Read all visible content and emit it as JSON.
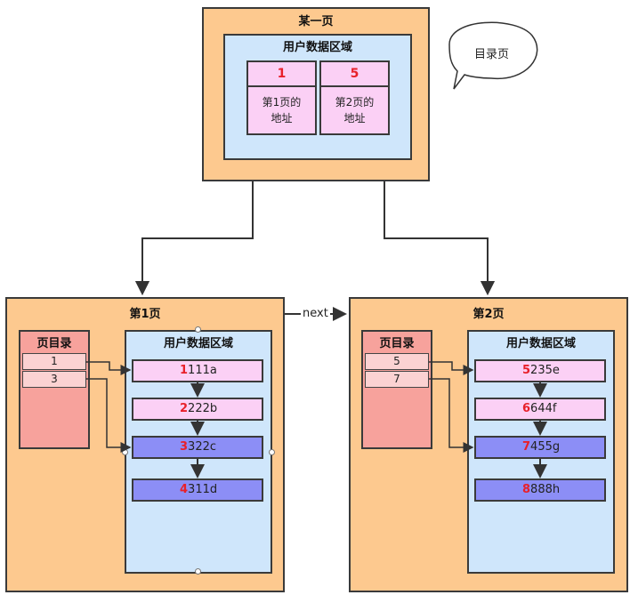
{
  "top_page": {
    "title": "某一页",
    "area_title": "用户数据区域",
    "entries": [
      {
        "key": "1",
        "addr_line1": "第1页的",
        "addr_line2": "地址"
      },
      {
        "key": "5",
        "addr_line1": "第2页的",
        "addr_line2": "地址"
      }
    ]
  },
  "callout": {
    "text": "目录页"
  },
  "page1": {
    "title": "第1页",
    "dir_title": "页目录",
    "dir_slots": [
      "1",
      "3"
    ],
    "area_title": "用户数据区域",
    "records": [
      {
        "key": "1",
        "rest": "111a",
        "color": "pink"
      },
      {
        "key": "2",
        "rest": "222b",
        "color": "pink"
      },
      {
        "key": "3",
        "rest": "322c",
        "color": "blue"
      },
      {
        "key": "4",
        "rest": "311d",
        "color": "blue"
      }
    ]
  },
  "page2": {
    "title": "第2页",
    "dir_title": "页目录",
    "dir_slots": [
      "5",
      "7"
    ],
    "area_title": "用户数据区域",
    "records": [
      {
        "key": "5",
        "rest": "235e",
        "color": "pink"
      },
      {
        "key": "6",
        "rest": "644f",
        "color": "pink"
      },
      {
        "key": "7",
        "rest": "455g",
        "color": "blue"
      },
      {
        "key": "8",
        "rest": "888h",
        "color": "blue"
      }
    ]
  },
  "next_label": "next",
  "colors": {
    "page": "#fdc98f",
    "data_area": "#cfe6fb",
    "directory": "#f7a29c",
    "record_pink": "#fbd0f5",
    "record_blue": "#8c8ef6",
    "key_red": "#e8202a"
  }
}
